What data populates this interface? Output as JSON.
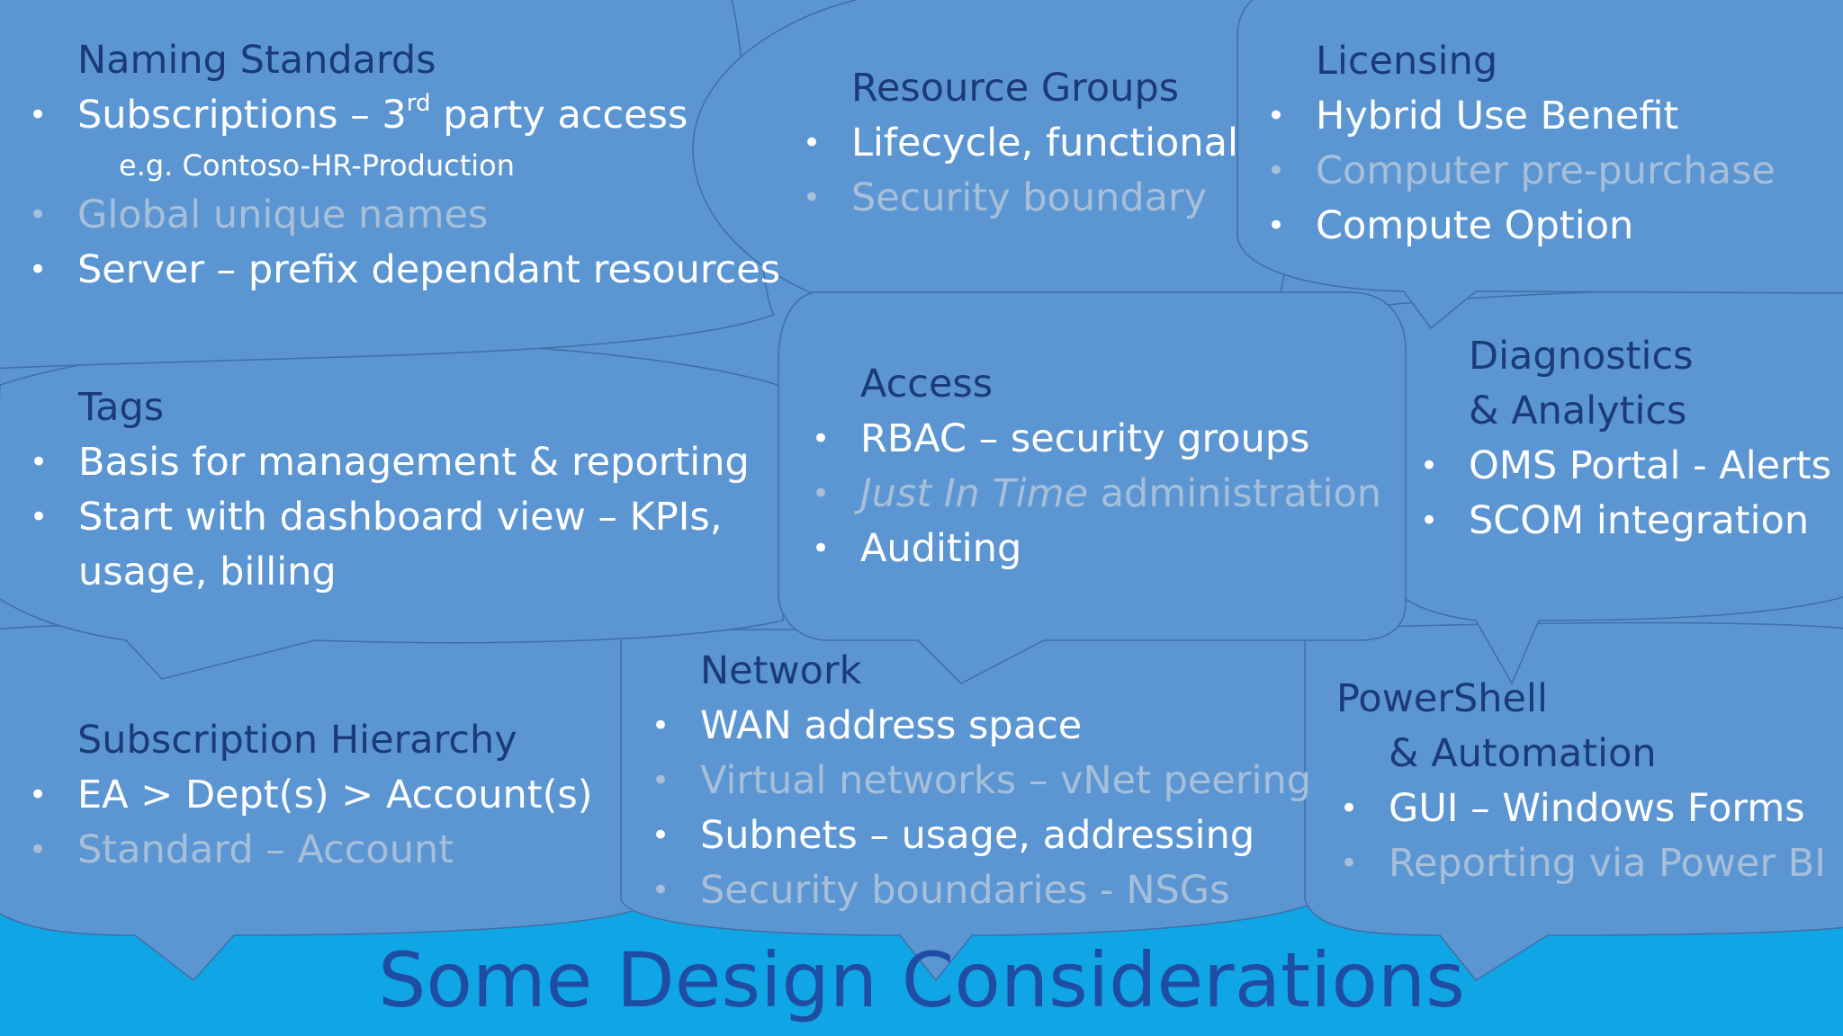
{
  "title": "Some Design Considerations",
  "colors": {
    "background": "#5b96d3",
    "footer_band": "#10a6e6",
    "heading": "#1b3b78",
    "text_primary": "#ffffff",
    "text_secondary": "#a7bfd9",
    "title": "#1f4da3"
  },
  "naming": {
    "heading": "Naming Standards",
    "item1_pre": "Subscriptions – 3",
    "item1_sup": "rd",
    "item1_post": " party access",
    "example": "e.g. Contoso-HR-Production",
    "item2": "Global unique names",
    "item3": "Server – prefix dependant resources"
  },
  "resource_groups": {
    "heading": "Resource Groups",
    "item1": "Lifecycle, functional",
    "item2": "Security boundary"
  },
  "licensing": {
    "heading": "Licensing",
    "item1": "Hybrid Use Benefit",
    "item2": "Computer pre-purchase",
    "item3": "Compute Option"
  },
  "tags": {
    "heading": "Tags",
    "item1": "Basis for management & reporting",
    "item2_line1": "Start with dashboard view – KPIs,",
    "item2_line2": "usage, billing"
  },
  "access": {
    "heading": "Access",
    "item1": "RBAC – security groups",
    "item2_em": "Just In Time",
    "item2_rest": " administration",
    "item3": "Auditing"
  },
  "diagnostics": {
    "heading_line1": "Diagnostics",
    "heading_line2": "& Analytics",
    "item1": "OMS Portal - Alerts",
    "item2": "SCOM integration"
  },
  "subscription_hierarchy": {
    "heading": "Subscription Hierarchy",
    "item1": "EA > Dept(s) > Account(s)",
    "item2": "Standard – Account"
  },
  "network": {
    "heading": "Network",
    "item1": "WAN address space",
    "item2": "Virtual networks – vNet peering",
    "item3": "Subnets – usage, addressing",
    "item4": "Security boundaries - NSGs"
  },
  "powershell": {
    "heading_line1": "PowerShell",
    "heading_line2": "& Automation",
    "item1": "GUI – Windows Forms",
    "item2": "Reporting via Power BI"
  },
  "bullet_glyph": "•"
}
